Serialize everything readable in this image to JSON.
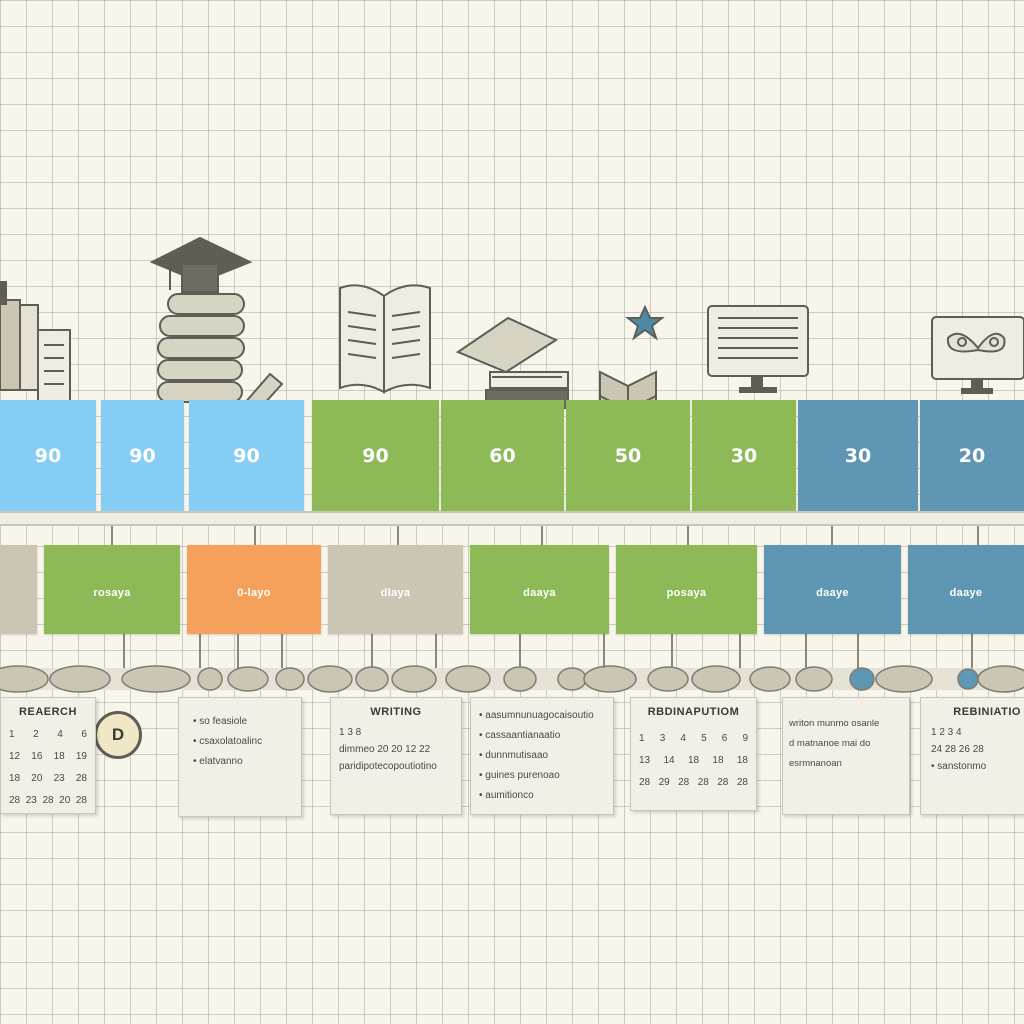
{
  "colors": {
    "background": "#f8f5ea",
    "light_blue": "#86cdf6",
    "green": "#8db956",
    "orange": "#f5a15c",
    "beige": "#cbc6b4",
    "steel_blue": "#5f96b4",
    "ink": "#5f5e54"
  },
  "top_blocks": [
    {
      "value": "90",
      "color": "#86cdf6"
    },
    {
      "value": "90",
      "color": "#86cdf6"
    },
    {
      "value": "90",
      "color": "#86cdf6"
    },
    {
      "value": "90",
      "color": "#8db956"
    },
    {
      "value": "60",
      "color": "#8db956"
    },
    {
      "value": "50",
      "color": "#8db956"
    },
    {
      "value": "30",
      "color": "#8db956"
    },
    {
      "value": "30",
      "color": "#5f96b4"
    },
    {
      "value": "20",
      "color": "#5f96b4"
    }
  ],
  "cards": [
    {
      "label": "",
      "color": "#cbc6b4"
    },
    {
      "label": "rosaya",
      "color": "#8db956"
    },
    {
      "label": "0-layo",
      "color": "#f5a15c"
    },
    {
      "label": "dlaya",
      "color": "#cbc6b4"
    },
    {
      "label": "daaya",
      "color": "#8db956"
    },
    {
      "label": "posaya",
      "color": "#8db956"
    },
    {
      "label": "daaye",
      "color": "#5f96b4"
    },
    {
      "label": "daaye",
      "color": "#5f96b4"
    }
  ],
  "badge": "D",
  "panels": [
    {
      "title": "REAERCH",
      "rows": [
        [
          "1",
          "2",
          "4",
          "6"
        ],
        [
          "12",
          "16",
          "18",
          "19"
        ],
        [
          "18",
          "20",
          "23",
          "28"
        ],
        [
          "28",
          "23",
          "28",
          "20",
          "28"
        ]
      ]
    },
    {
      "title": "",
      "lines": [
        "• so feasiole",
        "• csaxolatoalinc",
        "• elatvanno"
      ]
    },
    {
      "title": "WRITING",
      "lines": [
        "",
        "",
        "1  3  8",
        "dimmeo 20 20 12 22",
        "paridipotecopoutiotino"
      ]
    },
    {
      "title": "",
      "lines": [
        "• aasumnunuagocaisoutio",
        "• cassaantianaatio",
        "• dunnmutisaao",
        "• guines purenoao",
        "• aumitionco"
      ]
    },
    {
      "title": "RBDINAPUTIOM",
      "rows": [
        [
          "1",
          "3",
          "4",
          "5",
          "6",
          "9"
        ],
        [
          "13",
          "14",
          "18",
          "18",
          "18"
        ],
        [
          "28",
          "29",
          "28",
          "28",
          "28",
          "28"
        ]
      ]
    },
    {
      "title": "",
      "lines": [
        "writon munmo osanle",
        "d matnanoe mai do",
        "esrmnanoan"
      ]
    },
    {
      "title": "REBINIATIO",
      "lines": [
        "1  2  3  4",
        "",
        "24 28 26 28",
        "",
        "• sanstonmo"
      ]
    }
  ]
}
